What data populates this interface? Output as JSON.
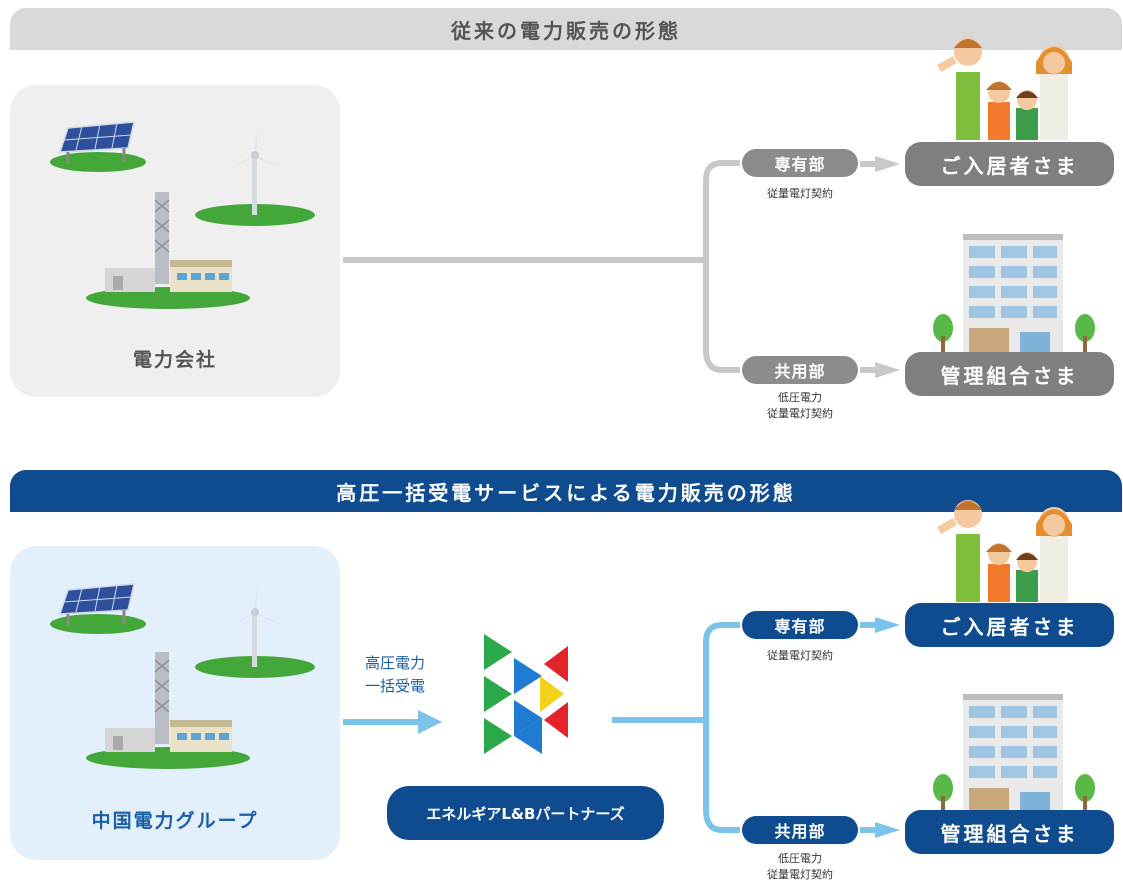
{
  "traditional": {
    "title": "従来の電力販売の形態",
    "company": "電力会社",
    "exclusive_pill": "専有部",
    "exclusive_note": "従量電灯契約",
    "common_pill": "共用部",
    "common_note_1": "低圧電力",
    "common_note_2": "従量電灯契約",
    "resident_dest": "ご入居者さま",
    "association_dest": "管理組合さま"
  },
  "bulk": {
    "title": "高圧一括受電サービスによる電力販売の形態",
    "company": "中国電力グループ",
    "hv_line_1": "高圧電力",
    "hv_line_2": "一括受電",
    "partner": "エネルギアL&Bパートナーズ",
    "exclusive_pill": "専有部",
    "exclusive_note": "従量電灯契約",
    "common_pill": "共用部",
    "common_note_1": "低圧電力",
    "common_note_2": "従量電灯契約",
    "resident_dest": "ご入居者さま",
    "association_dest": "管理組合さま"
  },
  "colors": {
    "navy": "#0f4c8f",
    "light_blue": "#7cc3ea",
    "gray_line": "#c8c8c8",
    "pill_gray": "#8c8c8c",
    "logo_green": "#2aa84a",
    "logo_blue": "#1f7ad1",
    "logo_red": "#e3252b",
    "logo_yellow": "#f2d21b"
  }
}
